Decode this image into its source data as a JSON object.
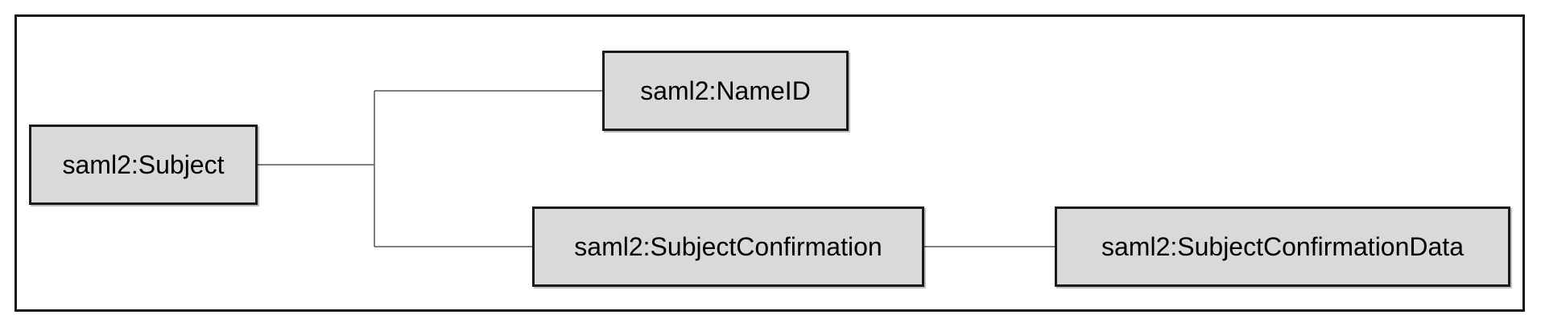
{
  "diagram": {
    "nodes": {
      "subject": {
        "label": "saml2:Subject"
      },
      "name_id": {
        "label": "saml2:NameID"
      },
      "subject_confirmation": {
        "label": "saml2:SubjectConfirmation"
      },
      "subject_confirmation_data": {
        "label": "saml2:SubjectConfirmationData"
      }
    },
    "edges": [
      {
        "from": "subject",
        "to": "name_id"
      },
      {
        "from": "subject",
        "to": "subject_confirmation"
      },
      {
        "from": "subject_confirmation",
        "to": "subject_confirmation_data"
      }
    ],
    "colors": {
      "node_fill": "#d9d9d9",
      "node_border": "#1a1a1a",
      "line": "#555555"
    }
  }
}
